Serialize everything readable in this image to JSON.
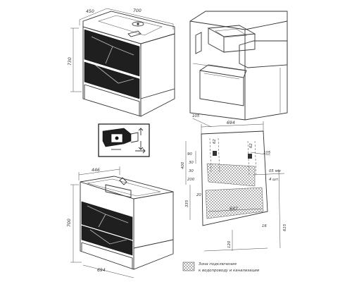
{
  "dims": {
    "top_view": {
      "depth": "450",
      "width": "700",
      "height": "730"
    },
    "bottom_view": {
      "depth": "446",
      "height": "700",
      "width": "694"
    },
    "wall": {
      "width": "694",
      "left_offset": "105",
      "right_offset": "105",
      "pipe_a": "62",
      "pipe_b": "62",
      "d400": "400",
      "d90": "90",
      "d30a": "30",
      "d30b": "30",
      "d200": "200",
      "d335": "335",
      "d20": "20",
      "d642": "642",
      "d16": "16",
      "d615": "615",
      "d120": "120",
      "mount_a": "05 мм",
      "mount_b": "4 шт."
    }
  },
  "legend": {
    "line1": "Зона подключения",
    "line2": "к водопроводу и канализации"
  },
  "colors": {
    "line": "#333333",
    "fill_dark": "#1f1f1f",
    "hatch": "#555555"
  }
}
